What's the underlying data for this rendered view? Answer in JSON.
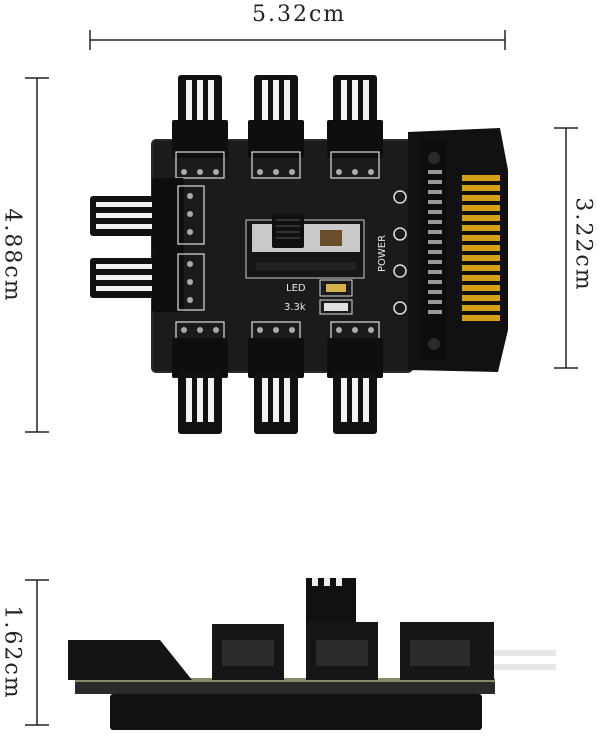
{
  "dimensions": {
    "width_top": "5.32cm",
    "height_top": "4.88cm",
    "height_connector": "3.22cm",
    "height_side": "1.62cm"
  },
  "pcb": {
    "led_label": "LED",
    "resistor_label": "3.3k",
    "power_label": "POWER"
  },
  "colors": {
    "pcb": "#1b1b1b",
    "connector": "#111111",
    "pin": "#f2f2f2",
    "gold": "#d4a017"
  }
}
